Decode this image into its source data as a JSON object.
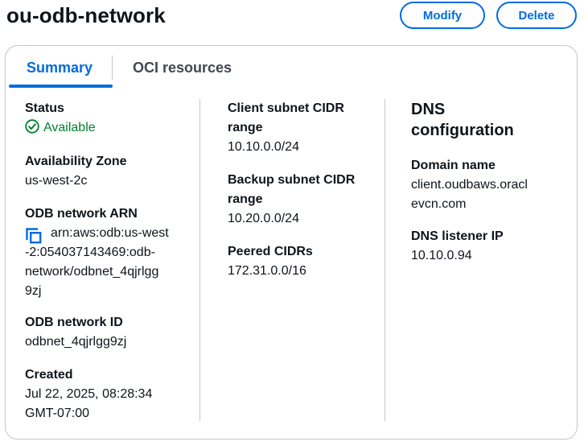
{
  "header": {
    "title": "ou-odb-network",
    "modify_label": "Modify",
    "delete_label": "Delete"
  },
  "tabs": [
    {
      "label": "Summary",
      "selected": true
    },
    {
      "label": "OCI resources",
      "selected": false
    }
  ],
  "summary": {
    "status": {
      "label": "Status",
      "value": "Available",
      "icon": "check-circle-icon",
      "color": "#00802f"
    },
    "availability_zone": {
      "label": "Availability Zone",
      "value": "us-west-2c"
    },
    "arn": {
      "label": "ODB network ARN",
      "lines": [
        "arn:aws:odb:us-west",
        "-2:054037143469:odb-",
        "network/odbnet_4qjrlgg",
        "9zj"
      ],
      "icon": "copy-icon"
    },
    "network_id": {
      "label": "ODB network ID",
      "value": "odbnet_4qjrlgg9zj"
    },
    "created": {
      "label": "Created",
      "lines": [
        "Jul 22, 2025, 08:28:34",
        "GMT-07:00"
      ]
    },
    "client_subnet": {
      "label_lines": [
        "Client subnet CIDR",
        "range"
      ],
      "value": "10.10.0.0/24"
    },
    "backup_subnet": {
      "label_lines": [
        "Backup subnet CIDR",
        "range"
      ],
      "value": "10.20.0.0/24"
    },
    "peered": {
      "label": "Peered CIDRs",
      "value": "172.31.0.0/16"
    },
    "dns": {
      "heading_lines": [
        "DNS",
        "configuration"
      ],
      "domain_label": "Domain name",
      "domain_lines": [
        "client.oudbaws.oracl",
        "evcn.com"
      ],
      "listener_label": "DNS listener IP",
      "listener_value": "10.10.0.94"
    }
  },
  "colors": {
    "accent": "#006ce0",
    "success": "#00802f",
    "border": "#c6c6cd",
    "text": "#0f141a"
  }
}
